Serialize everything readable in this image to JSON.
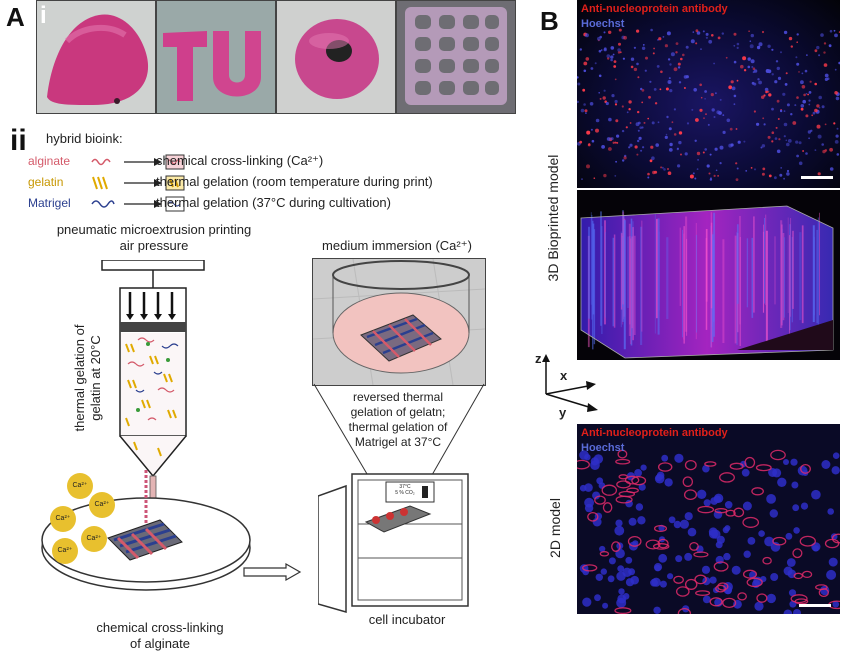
{
  "panel_a": {
    "letter": "A",
    "sub_i": "i",
    "sub_ii": "ii",
    "bioink_title": "hybrid bioink:",
    "bioink_rows": [
      {
        "material": "alginate",
        "color": "#d45a6a",
        "result": "chemical cross-linking (Ca²⁺)"
      },
      {
        "material": "gelatin",
        "color": "#d8a400",
        "result": "thermal gelation (room temperature during print)"
      },
      {
        "material": "Matrigel",
        "color": "#2b3f8f",
        "result": "thermal gelation (37°C during cultivation)"
      }
    ],
    "printing_title_line1": "pneumatic microextrusion printing",
    "printing_title_line2": "air pressure",
    "syringe_label_line1": "thermal gelation of",
    "syringe_label_line2": "gelatin at 20°C",
    "calcium_ion": "Ca²⁺",
    "crosslink_caption_line1": "chemical cross-linking",
    "crosslink_caption_line2": "of alginate",
    "medium_title": "medium immersion (Ca²⁺)",
    "reversed_text": [
      "reversed thermal",
      "gelation of gelatn;",
      "thermal gelation of",
      "Matrigel at 37°C"
    ],
    "incubator_display_line1": "37°C",
    "incubator_display_line2": "5 % CO₂",
    "incubator_caption": "cell incubator"
  },
  "panel_b": {
    "letter": "B",
    "stain_red": "Anti-nucleoprotein antibody",
    "stain_blue": "Hoechst",
    "model_3d_label": "3D Bioprinted model",
    "model_2d_label": "2D model",
    "axis_z": "z",
    "axis_x": "x",
    "axis_y": "y",
    "colors": {
      "red_text": "#e0201a",
      "blue_text": "#5a6bd8"
    }
  }
}
